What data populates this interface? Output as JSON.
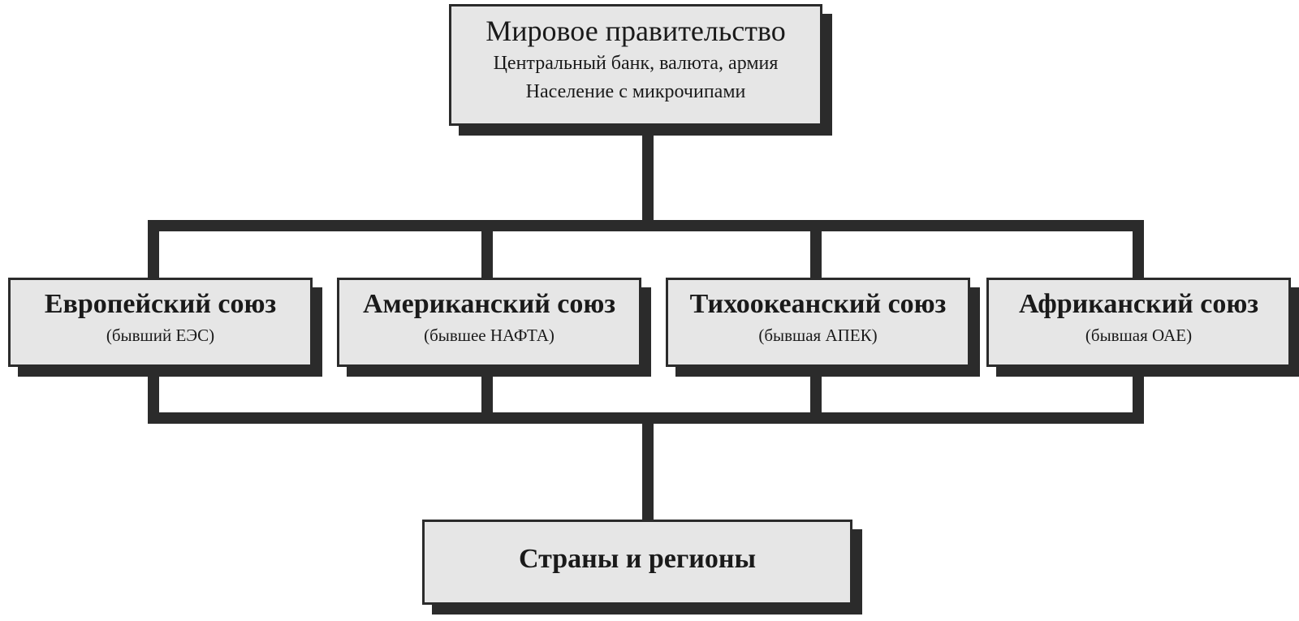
{
  "top": {
    "title": "Мировое правительство",
    "line1": "Центральный банк, валюта, армия",
    "line2": "Население с микрочипами"
  },
  "unions": [
    {
      "title": "Европейский союз",
      "sub": "(бывший ЕЭС)"
    },
    {
      "title": "Американский союз",
      "sub": "(бывшее НАФТА)"
    },
    {
      "title": "Тихоокеанский союз",
      "sub": "(бывшая АПЕК)"
    },
    {
      "title": "Африканский союз",
      "sub": "(бывшая ОАЕ)"
    }
  ],
  "bottom": {
    "title": "Страны и регионы"
  },
  "colors": {
    "box_fill": "#e6e6e6",
    "line": "#2b2b2b"
  }
}
